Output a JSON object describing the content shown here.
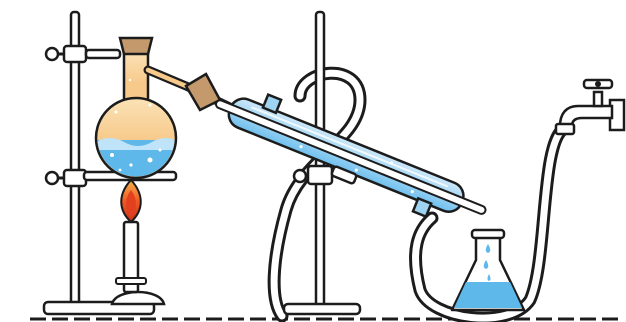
{
  "diagram": {
    "subject": "distillation-apparatus",
    "colors": {
      "outline": "#1c1c1c",
      "liquid": "#5fb8ea",
      "liquid_light": "#bfe3f8",
      "vapor": "#f7c98a",
      "flame_outer": "#f0a23c",
      "flame_inner": "#e2401f",
      "cork": "#c49a6c",
      "condenser_glass": "#9fd3f2",
      "collected_liquid": "#5fb8ea",
      "metal": "#ffffff"
    },
    "components": [
      {
        "id": "heating-flask",
        "icon": "round-bottom-flask"
      },
      {
        "id": "burner",
        "icon": "bunsen-burner"
      },
      {
        "id": "condenser",
        "icon": "liebig-condenser"
      },
      {
        "id": "receiving-flask",
        "icon": "erlenmeyer-flask"
      },
      {
        "id": "water-tap",
        "icon": "faucet"
      },
      {
        "id": "support-stands",
        "icon": "ring-stand"
      },
      {
        "id": "cooling-hoses",
        "icon": "rubber-tubing"
      }
    ]
  }
}
